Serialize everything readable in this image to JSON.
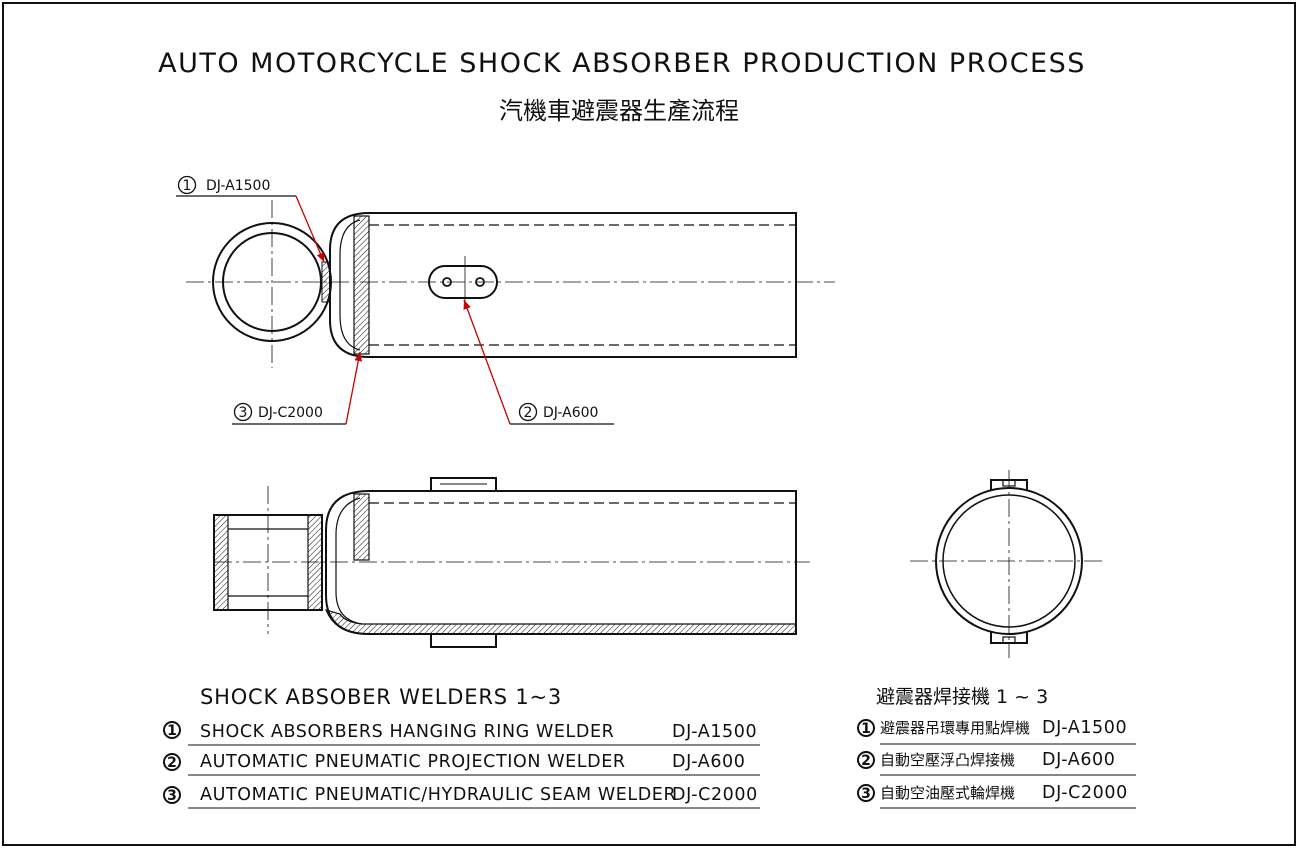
{
  "title": "AUTO MOTORCYCLE SHOCK ABSORBER PRODUCTION PROCESS",
  "subtitle": "汽機車避震器生產流程",
  "callouts": [
    {
      "num": "1",
      "model": "DJ-A1500"
    },
    {
      "num": "2",
      "model": "DJ-A600"
    },
    {
      "num": "3",
      "model": "DJ-C2000"
    }
  ],
  "welders_en": {
    "heading": "SHOCK ABSOBER WELDERS 1~3",
    "rows": [
      {
        "num": "1",
        "name": "SHOCK ABSORBERS HANGING RING WELDER",
        "model": "DJ-A1500"
      },
      {
        "num": "2",
        "name": "AUTOMATIC PNEUMATIC PROJECTION WELDER",
        "model": "DJ-A600"
      },
      {
        "num": "3",
        "name": "AUTOMATIC PNEUMATIC/HYDRAULIC SEAM WELDER",
        "model": "DJ-C2000"
      }
    ]
  },
  "welders_zh": {
    "heading": "避震器焊接機 1 ~ 3",
    "rows": [
      {
        "num": "1",
        "name": "避震器吊環專用點焊機",
        "model": "DJ-A1500"
      },
      {
        "num": "2",
        "name": "自動空壓浮凸焊接機",
        "model": "DJ-A600"
      },
      {
        "num": "3",
        "name": "自動空油壓式輪焊機",
        "model": "DJ-C2000"
      }
    ]
  },
  "colors": {
    "line": "#111111",
    "leader": "#cc0000",
    "paper": "#ffffff"
  }
}
